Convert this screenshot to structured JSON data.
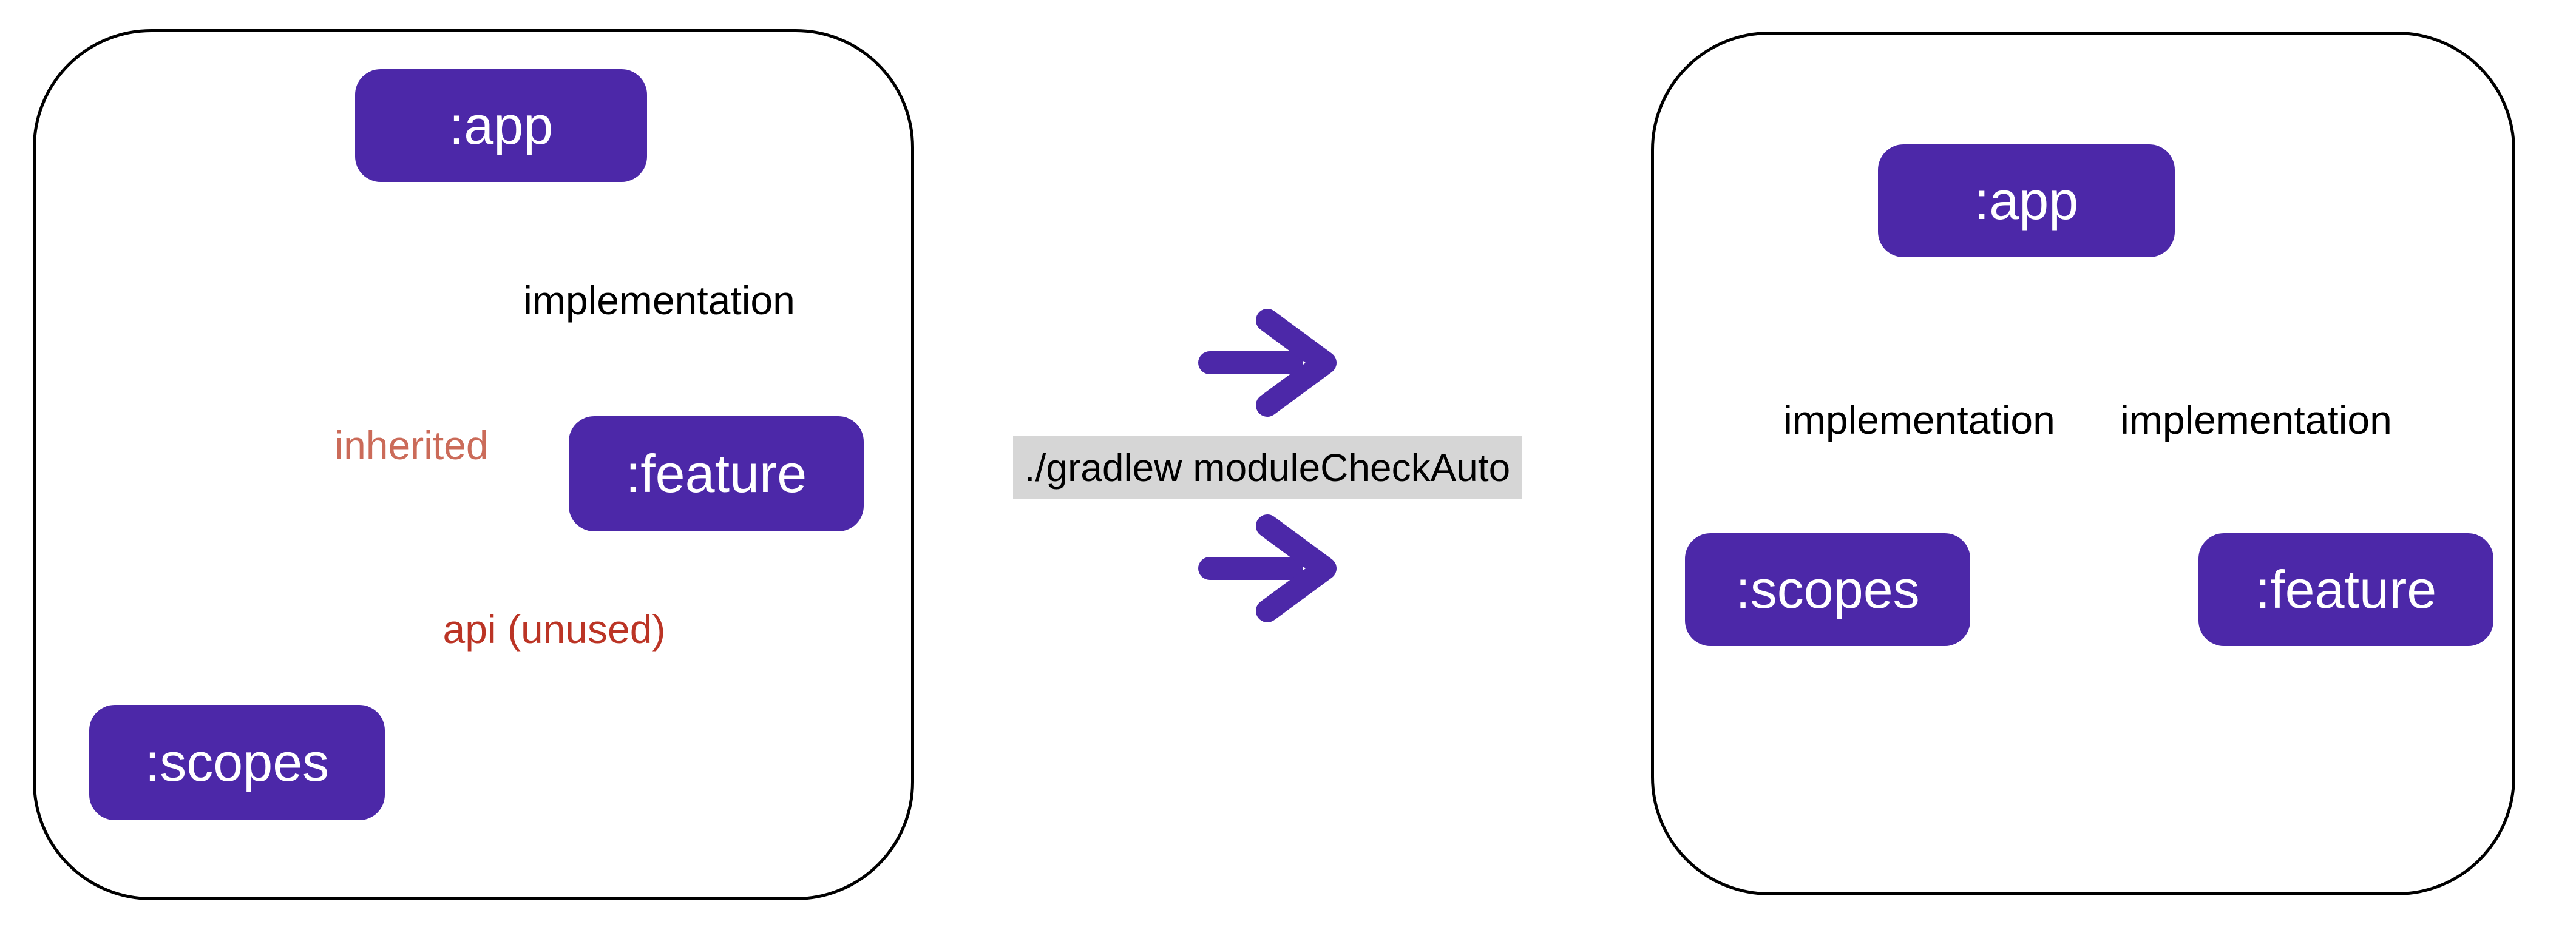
{
  "left_panel": {
    "nodes": [
      {
        "id": "app",
        "label": ":app"
      },
      {
        "id": "feature",
        "label": ":feature"
      },
      {
        "id": "scopes",
        "label": ":scopes"
      }
    ],
    "edges": [
      {
        "id": "app-feature",
        "label": "implementation",
        "style": "solid-black"
      },
      {
        "id": "app-scopes",
        "label": "inherited",
        "style": "dashed-salmon"
      },
      {
        "id": "feature-scopes",
        "label": "api (unused)",
        "style": "solid-red"
      }
    ]
  },
  "command": {
    "text": "./gradlew moduleCheckAuto"
  },
  "right_panel": {
    "nodes": [
      {
        "id": "app",
        "label": ":app"
      },
      {
        "id": "scopes",
        "label": ":scopes"
      },
      {
        "id": "feature",
        "label": ":feature"
      }
    ],
    "edges": [
      {
        "id": "app-scopes",
        "label": "implementation",
        "style": "solid-black"
      },
      {
        "id": "app-feature",
        "label": "implementation",
        "style": "solid-black"
      }
    ]
  },
  "icons": {
    "transform_arrow_top": "right-arrow",
    "transform_arrow_bottom": "right-arrow"
  },
  "colors": {
    "node-purple": "#4C28A8",
    "arrow-purple": "#4C28A8",
    "inherited-salmon": "#CB6B59",
    "api-red": "#BB3425",
    "line-black": "#000000",
    "code-bg": "#D6D6D6"
  }
}
